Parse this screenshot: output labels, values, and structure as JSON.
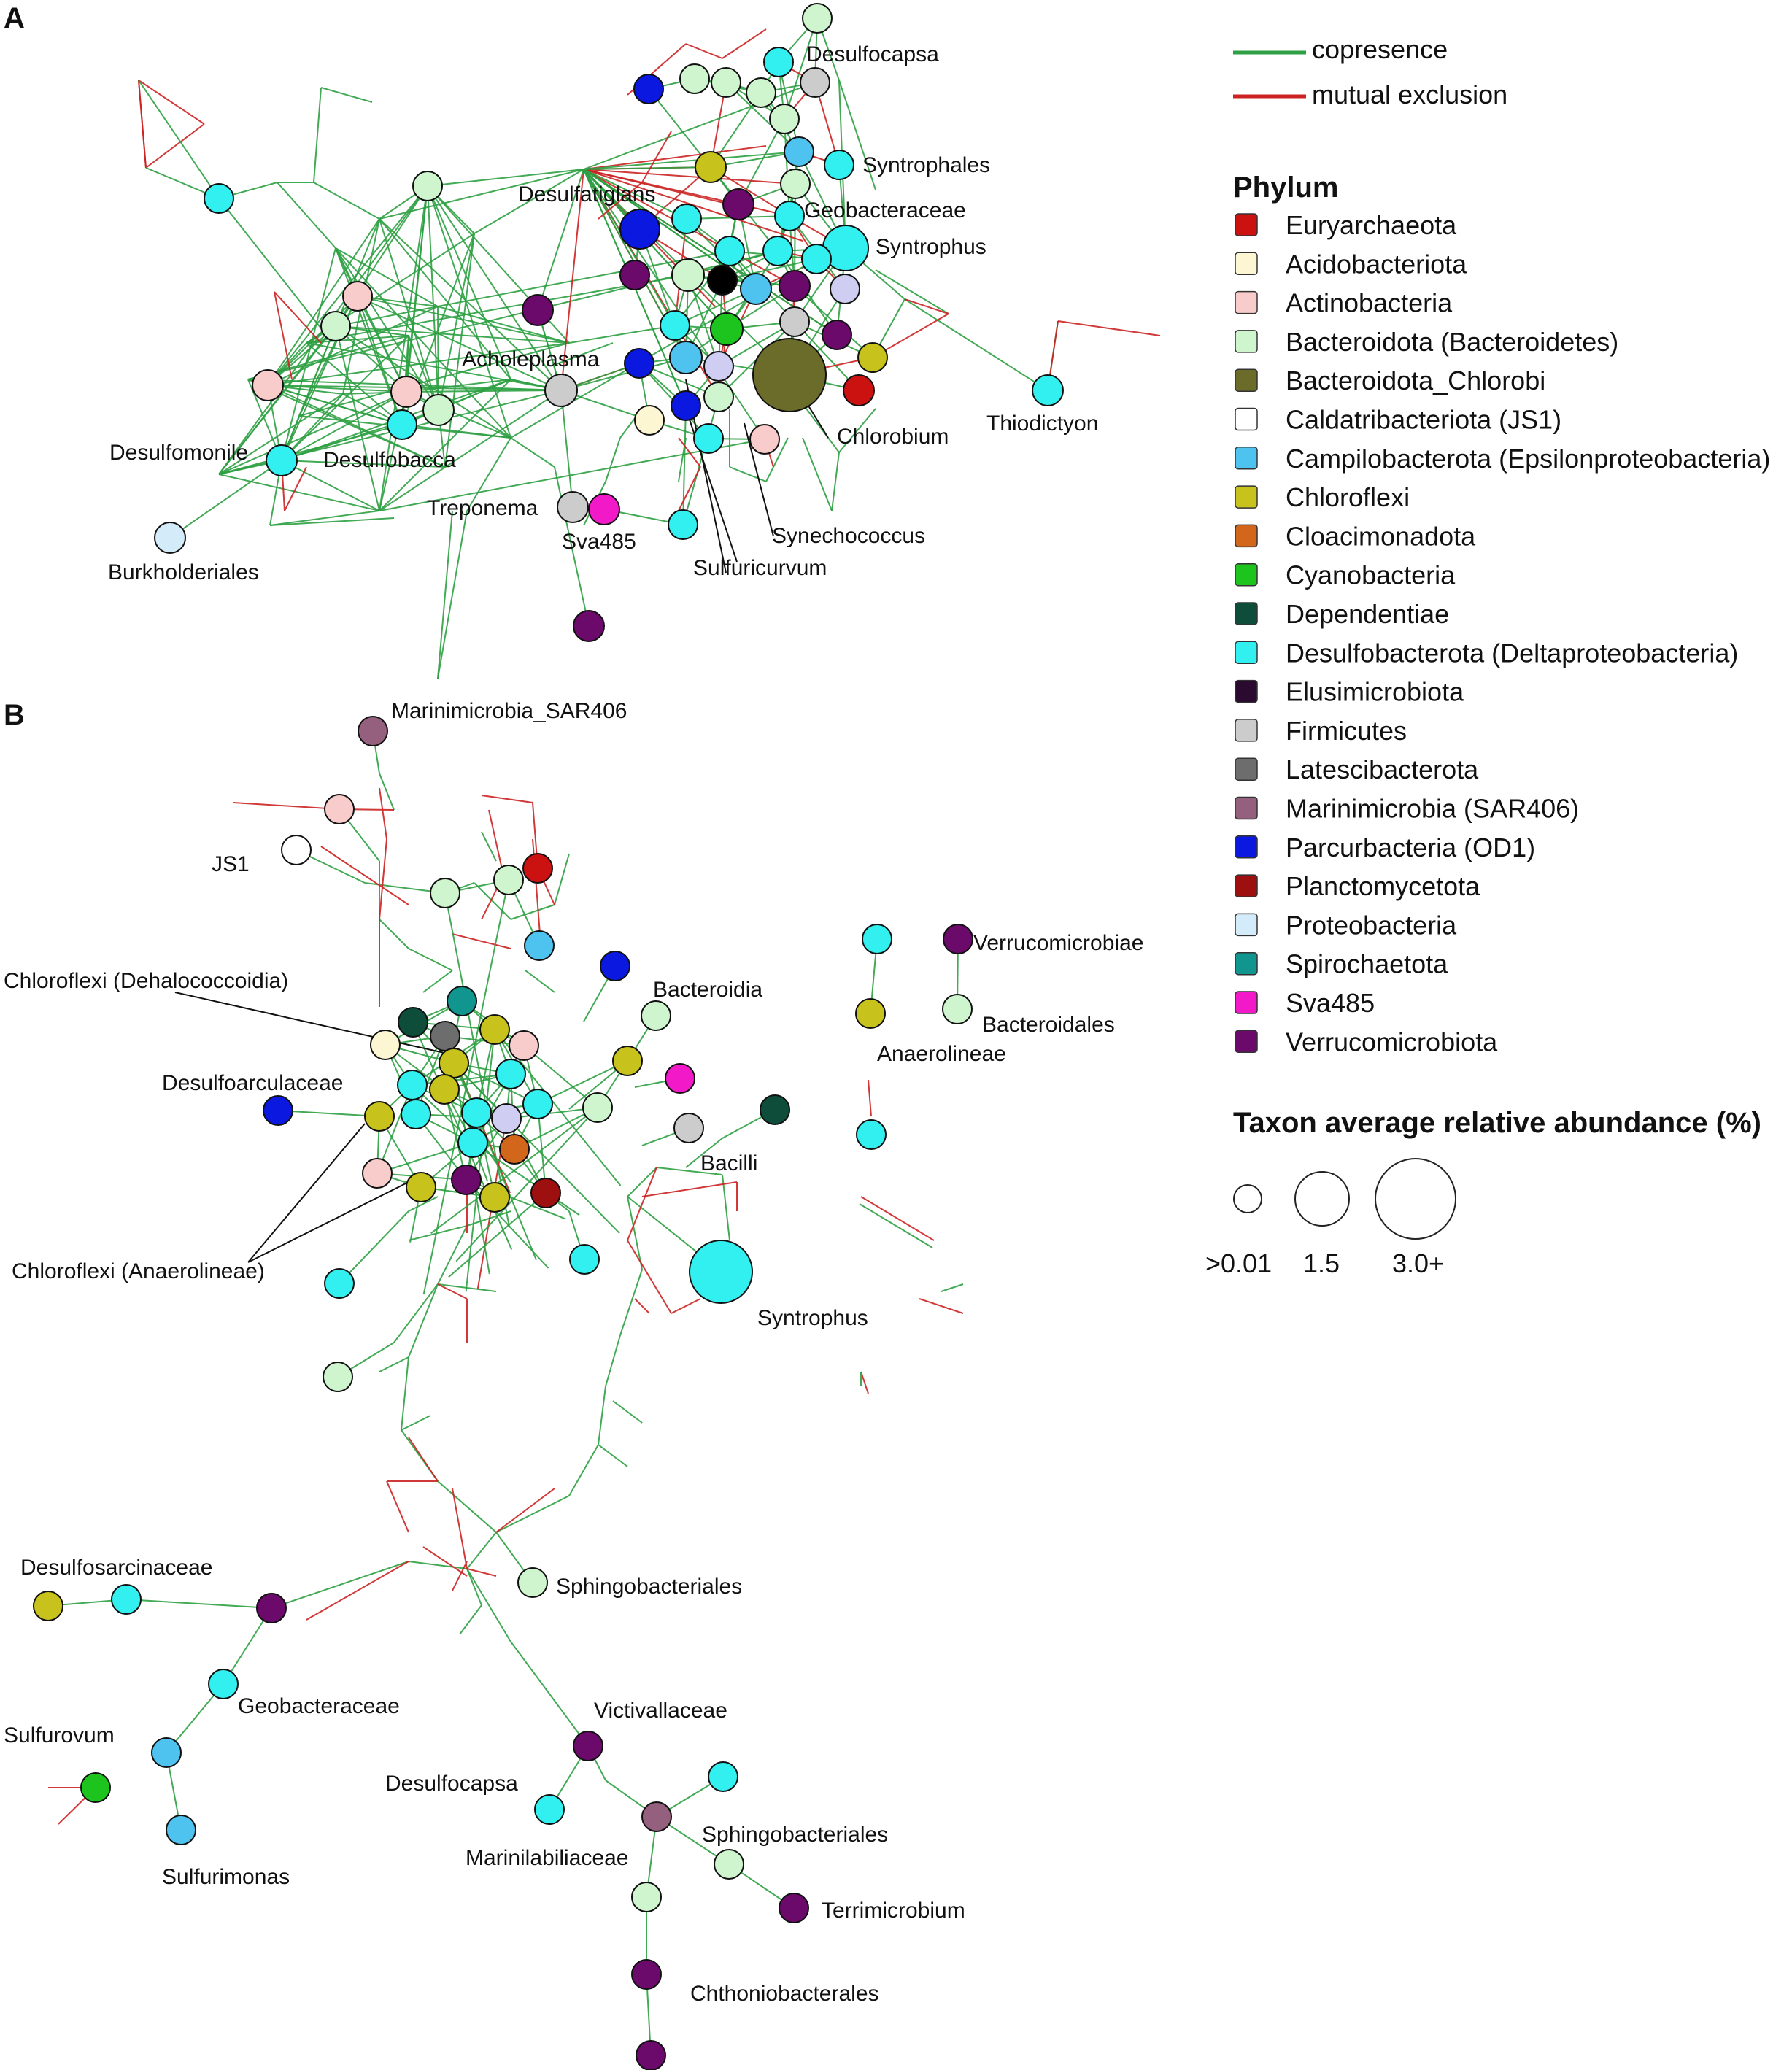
{
  "colors": {
    "copresence": "#2ea043",
    "mutual_exclusion": "#cc2222",
    "Euryarchaeota": "#cc1111",
    "Acidobacteriota": "#fdf6d3",
    "Actinobacteria": "#f9cccc",
    "Bacteroidota": "#cff5cf",
    "Bacteroidota_Chlorobi": "#6b6b2a",
    "Caldatribacteriota": "#ffffff",
    "Campilobacterota": "#4fc3ef",
    "Chloroflexi": "#c8c21c",
    "Cloacimonadota": "#d2661a",
    "Cyanobacteria": "#1ec41e",
    "Dependentiae": "#0e4d3a",
    "Desulfobacterota": "#33f0f0",
    "Elusimicrobiota": "#2a0a2e",
    "Firmicutes": "#cccccc",
    "Latescibacterota": "#6d6d6d",
    "Marinimicrobia": "#94607e",
    "Parcurbacteria": "#0a18e0",
    "Planctomycetota": "#9e0f0f",
    "Proteobacteria": "#d4ecfa",
    "Spirochaetota": "#11958f",
    "Sva485": "#f21ac8",
    "Verrucomicrobiota": "#6b0a6b",
    "Lavender": "#cfcdf2",
    "Black": "#000000"
  },
  "panels": {
    "A": {
      "letter": "A",
      "labels": {
        "desulfocapsa": "Desulfocapsa",
        "syntrophales": "Syntrophales",
        "desulfatiglans": "Desulfatiglans",
        "geobacteraceae": "Geobacteraceae",
        "syntrophus": "Syntrophus",
        "acholeplasma": "Acholeplasma",
        "chlorobium": "Chlorobium",
        "thiodictyon": "Thiodictyon",
        "desulfomonile": "Desulfomonile",
        "desulfobacca": "Desulfobacca",
        "treponema": "Treponema",
        "sva485": "Sva485",
        "synechococcus": "Synechococcus",
        "sulfuricurvum": "Sulfuricurvum",
        "burkholderiales": "Burkholderiales"
      }
    },
    "B": {
      "letter": "B",
      "labels": {
        "marinimicrobia_sar406": "Marinimicrobia_SAR406",
        "js1": "JS1",
        "chloroflexi_dehalococcoidia": "Chloroflexi (Dehalococcoidia)",
        "desulfoarculaceae": "Desulfoarculaceae",
        "bacteroidia": "Bacteroidia",
        "bacilli": "Bacilli",
        "chloroflexi_anaerolineae": "Chloroflexi (Anaerolineae)",
        "syntrophus": "Syntrophus",
        "verrucomicrobiae": "Verrucomicrobiae",
        "bacteroidales": "Bacteroidales",
        "anaerolineae": "Anaerolineae",
        "desulfosarcinaceae": "Desulfosarcinaceae",
        "sphingobacteriales_1": "Sphingobacteriales",
        "geobacteraceae": "Geobacteraceae",
        "sulfurovum": "Sulfurovum",
        "victivallaceae": "Victivallaceae",
        "desulfocapsa": "Desulfocapsa",
        "sulfurimonas": "Sulfurimonas",
        "marinilabiliaceae": "Marinilabiliaceae",
        "sphingobacteriales_2": "Sphingobacteriales",
        "terrimicrobium": "Terrimicrobium",
        "chthoniobacterales": "Chthoniobacterales"
      }
    }
  },
  "legend": {
    "edges": [
      {
        "label": "copresence",
        "color_key": "copresence"
      },
      {
        "label": "mutual exclusion",
        "color_key": "mutual_exclusion"
      }
    ],
    "phylum_title": "Phylum",
    "phyla": [
      {
        "label": "Euryarchaeota",
        "color_key": "Euryarchaeota"
      },
      {
        "label": "Acidobacteriota",
        "color_key": "Acidobacteriota"
      },
      {
        "label": "Actinobacteria",
        "color_key": "Actinobacteria"
      },
      {
        "label": "Bacteroidota (Bacteroidetes)",
        "color_key": "Bacteroidota"
      },
      {
        "label": "Bacteroidota_Chlorobi",
        "color_key": "Bacteroidota_Chlorobi"
      },
      {
        "label": "Caldatribacteriota (JS1)",
        "color_key": "Caldatribacteriota"
      },
      {
        "label": "Campilobacterota (Epsilonproteobacteria)",
        "color_key": "Campilobacterota"
      },
      {
        "label": "Chloroflexi",
        "color_key": "Chloroflexi"
      },
      {
        "label": "Cloacimonadota",
        "color_key": "Cloacimonadota"
      },
      {
        "label": "Cyanobacteria",
        "color_key": "Cyanobacteria"
      },
      {
        "label": "Dependentiae",
        "color_key": "Dependentiae"
      },
      {
        "label": "Desulfobacterota (Deltaproteobacteria)",
        "color_key": "Desulfobacterota"
      },
      {
        "label": "Elusimicrobiota",
        "color_key": "Elusimicrobiota"
      },
      {
        "label": "Firmicutes",
        "color_key": "Firmicutes"
      },
      {
        "label": "Latescibacterota",
        "color_key": "Latescibacterota"
      },
      {
        "label": "Marinimicrobia (SAR406)",
        "color_key": "Marinimicrobia"
      },
      {
        "label": "Parcurbacteria (OD1)",
        "color_key": "Parcurbacteria"
      },
      {
        "label": "Planctomycetota",
        "color_key": "Planctomycetota"
      },
      {
        "label": "Proteobacteria",
        "color_key": "Proteobacteria"
      },
      {
        "label": "Spirochaetota",
        "color_key": "Spirochaetota"
      },
      {
        "label": "Sva485",
        "color_key": "Sva485"
      },
      {
        "label": "Verrucomicrobiota",
        "color_key": "Verrucomicrobiota"
      }
    ],
    "size_title": "Taxon average relative abundance (%)",
    "sizes": [
      {
        "label": ">0.01",
        "abundance": 0.01
      },
      {
        "label": "1.5",
        "abundance": 1.5
      },
      {
        "label": "3.0+",
        "abundance": 3.0
      }
    ]
  }
}
